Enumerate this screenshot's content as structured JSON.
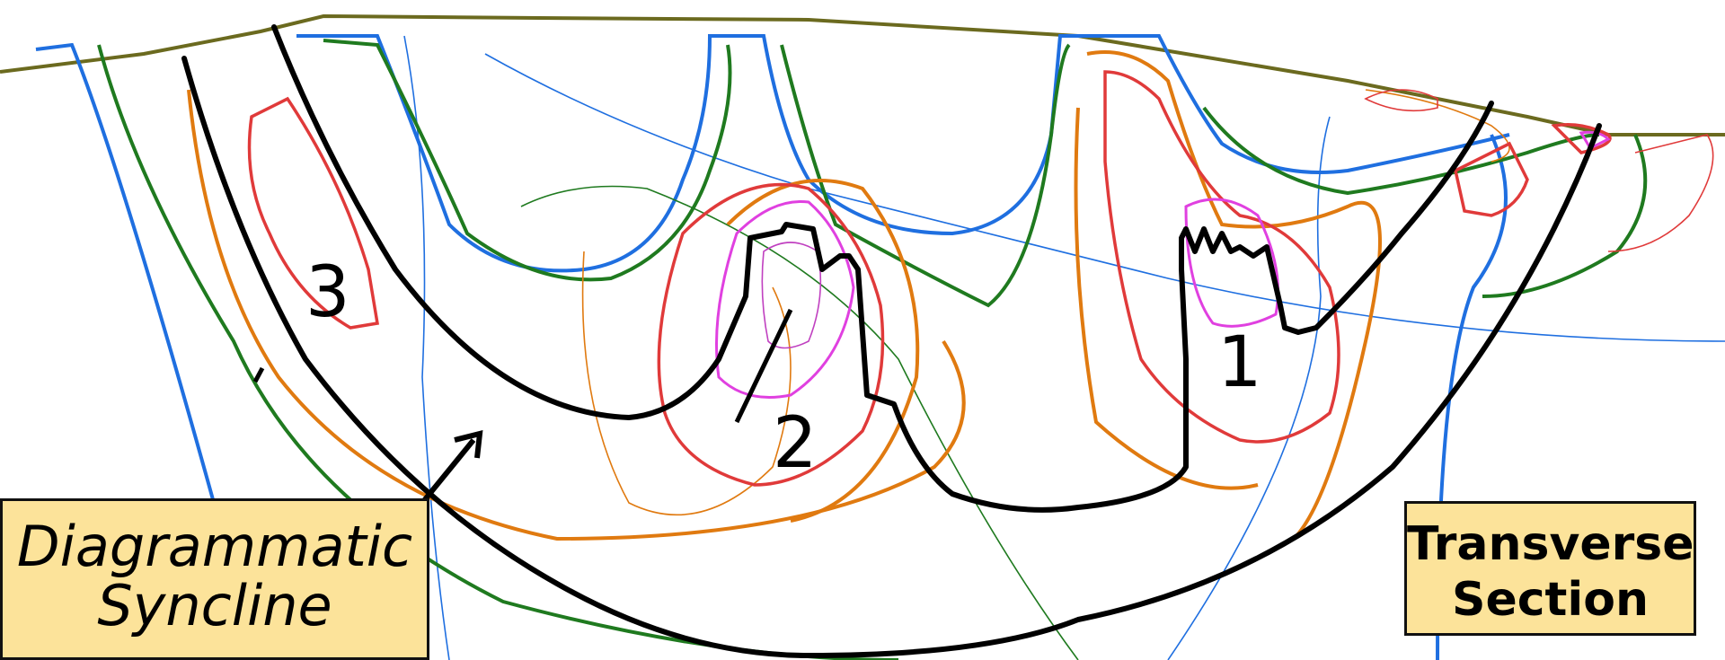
{
  "labels": {
    "syncline_line1": "Diagrammatic",
    "syncline_line2": "Syncline",
    "section_line1": "Transverse",
    "section_line2": "Section",
    "fold_1": "1",
    "fold_2": "2",
    "fold_3": "3"
  },
  "colors": {
    "background": "#ffffff",
    "box_fill": "#fce39a",
    "surface": "#6b6a1f",
    "contour_blue": "#1f6fe0",
    "contour_green": "#1f7a1f",
    "contour_orange": "#e07a10",
    "contour_red": "#e03a3a",
    "contour_magenta": "#e040e0",
    "fold_trace": "#000000"
  }
}
